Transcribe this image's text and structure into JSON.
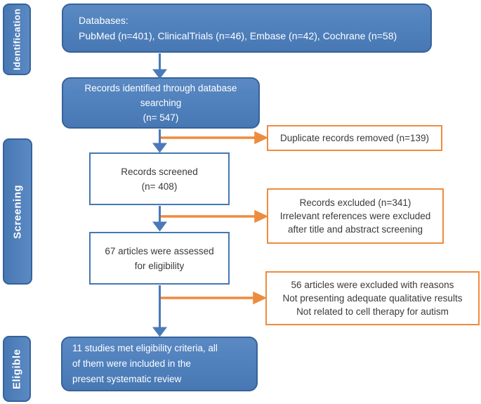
{
  "stages": {
    "identification": "Identification",
    "screening": "Screening",
    "eligible": "Eligible"
  },
  "flow": {
    "databases": "Databases:\nPubMed (n=401), ClinicalTrials (n=46), Embase (n=42), Cochrane (n=58)",
    "records_identified": "Records identified through database\nsearching\n(n= 547)",
    "records_screened": "Records screened\n(n= 408)",
    "articles_assessed": "67 articles were assessed\nfor eligibility",
    "studies_included": "11 studies met eligibility criteria, all\nof them were included in the\npresent systematic review"
  },
  "exclusions": {
    "duplicates_removed": "Duplicate records removed (n=139)",
    "records_excluded": "Records excluded (n=341)\nIrrelevant references were excluded\nafter title and abstract screening",
    "articles_excluded": "56 articles were excluded with reasons\nNot presenting adequate qualitative results\nNot related to cell therapy for autism"
  },
  "colors": {
    "blue_fill": "#4e80bc",
    "blue_border": "#36639a",
    "blue_arrow": "#4a7ab8",
    "orange": "#ed8c3f",
    "text_dark": "#3a3a3a",
    "text_light": "#ffffff"
  }
}
